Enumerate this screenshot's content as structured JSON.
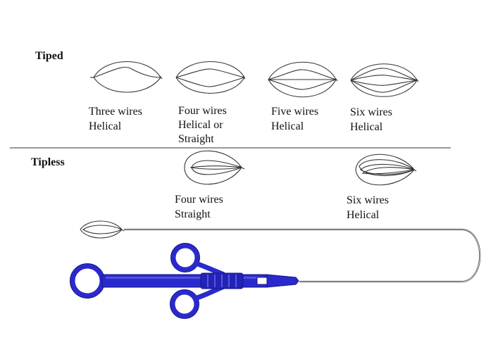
{
  "sections": {
    "tiped_label": "Tiped",
    "tipless_label": "Tipless"
  },
  "tiped": [
    {
      "line1": "Three wires",
      "line2": "Helical",
      "line3": ""
    },
    {
      "line1": "Four wires",
      "line2": "Helical or",
      "line3": "Straight"
    },
    {
      "line1": "Five wires",
      "line2": "Helical",
      "line3": ""
    },
    {
      "line1": "Six wires",
      "line2": "Helical",
      "line3": ""
    }
  ],
  "tipless": [
    {
      "line1": "Four wires",
      "line2": "Straight"
    },
    {
      "line1": "Six wires",
      "line2": "Helical"
    }
  ],
  "colors": {
    "handle": "#2a2acc",
    "handle_dark": "#14148a",
    "wire": "#333333"
  }
}
